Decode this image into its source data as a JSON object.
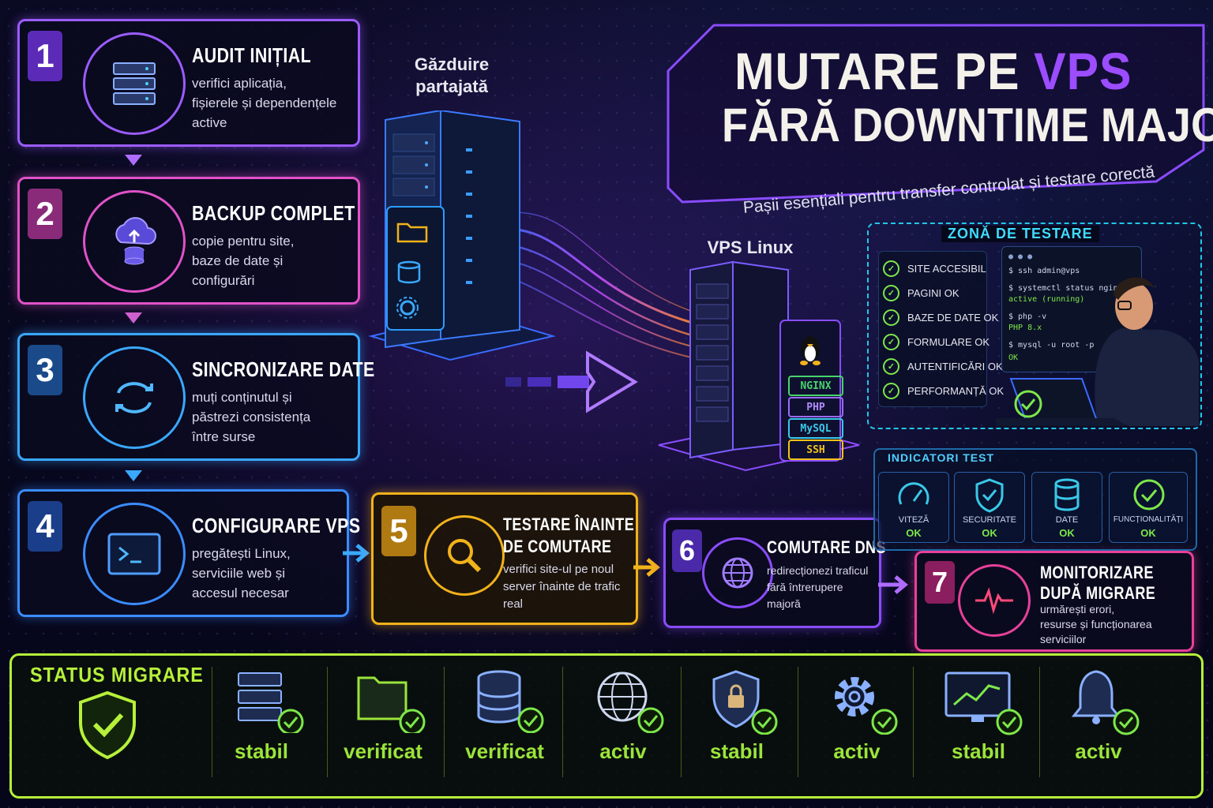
{
  "title": {
    "line1_prefix": "MUTARE PE ",
    "line1_accent": "VPS",
    "line2": "FĂRĂ DOWNTIME MAJOR",
    "subtitle": "Pașii esențiali pentru transfer controlat și testare corectă"
  },
  "steps": [
    {
      "num": "1",
      "title": "AUDIT INIȚIAL",
      "desc": [
        "verifici aplicația,",
        "fișierele și dependențele",
        "active"
      ],
      "icon": "server-icon",
      "color": "#9b5cff"
    },
    {
      "num": "2",
      "title": "BACKUP COMPLET",
      "desc": [
        "copie pentru site,",
        "baze de date și",
        "configurări"
      ],
      "icon": "cloud-upload-icon",
      "color": "#e052c8"
    },
    {
      "num": "3",
      "title": "SINCRONIZARE DATE",
      "desc": [
        "muți conținutul și",
        "păstrezi consistența",
        "între surse"
      ],
      "icon": "sync-icon",
      "color": "#3aa8ff"
    },
    {
      "num": "4",
      "title": "CONFIGURARE VPS",
      "desc": [
        "pregătești Linux,",
        "serviciile web și",
        "accesul necesar"
      ],
      "icon": "terminal-icon",
      "color": "#3a8cff"
    },
    {
      "num": "5",
      "title": "TESTARE ÎNAINTE DE COMUTARE",
      "title_lines": [
        "TESTARE ÎNAINTE",
        "DE COMUTARE"
      ],
      "desc": [
        "verifici site-ul pe noul",
        "server înainte de trafic",
        "real"
      ],
      "icon": "magnifier-icon",
      "color": "#f2b21a"
    },
    {
      "num": "6",
      "title": "COMUTARE DNS",
      "desc": [
        "redirecționezi traficul",
        "fără întrerupere",
        "majoră"
      ],
      "icon": "globe-icon",
      "color": "#8a4cff"
    },
    {
      "num": "7",
      "title": "MONITORIZARE DUPĂ MIGRARE",
      "title_lines": [
        "MONITORIZARE",
        "DUPĂ MIGRARE"
      ],
      "desc": [
        "urmărești erori,",
        "resurse și funcționarea",
        "serviciilor"
      ],
      "icon": "heartbeat-icon",
      "color": "#e8409a"
    }
  ],
  "shared_hosting": {
    "label_lines": [
      "Găzduire",
      "partajată"
    ]
  },
  "vps": {
    "label": "VPS Linux",
    "stack": [
      "NGINX",
      "PHP",
      "MySQL",
      "SSH"
    ],
    "stack_colors": [
      "#46d46a",
      "#9b6bff",
      "#3ac8e8",
      "#f2c21a"
    ]
  },
  "test_zone": {
    "label": "ZONĂ DE TESTARE",
    "checks": [
      "SITE ACCESIBIL",
      "PAGINI OK",
      "BAZE DE DATE OK",
      "FORMULARE OK",
      "AUTENTIFICĂRI OK",
      "PERFORMANȚĂ OK"
    ],
    "terminal": [
      {
        "text": "$ ssh admin@vps",
        "color": "#cfd8f0"
      },
      {
        "text": "$ systemctl status nginx",
        "color": "#cfd8f0"
      },
      {
        "text": "  active (running)",
        "color": "#7de84a"
      },
      {
        "text": "$ php -v",
        "color": "#cfd8f0"
      },
      {
        "text": "  PHP 8.x",
        "color": "#7de84a"
      },
      {
        "text": "$ mysql -u root -p",
        "color": "#cfd8f0"
      },
      {
        "text": "  OK",
        "color": "#7de84a"
      }
    ]
  },
  "indicators": {
    "label": "INDICATORI TEST",
    "items": [
      {
        "name": "VITEZĂ",
        "value": "OK",
        "icon": "speedometer-icon"
      },
      {
        "name": "SECURITATE",
        "value": "OK",
        "icon": "shield-check-icon"
      },
      {
        "name": "DATE",
        "value": "OK",
        "icon": "database-icon"
      },
      {
        "name": "FUNCȚIONALITĂȚI",
        "value": "OK",
        "icon": "check-circle-icon"
      }
    ]
  },
  "status": {
    "label": "STATUS MIGRARE",
    "items": [
      {
        "label": "stabil",
        "icon": "server-icon"
      },
      {
        "label": "verificat",
        "icon": "folder-icon"
      },
      {
        "label": "verificat",
        "icon": "database-icon"
      },
      {
        "label": "activ",
        "icon": "globe-icon"
      },
      {
        "label": "stabil",
        "icon": "lock-shield-icon"
      },
      {
        "label": "activ",
        "icon": "gear-icon"
      },
      {
        "label": "stabil",
        "icon": "monitor-chart-icon"
      },
      {
        "label": "activ",
        "icon": "bell-icon"
      }
    ]
  },
  "colors": {
    "accent": "#9b4dff",
    "status": "#b6f03a",
    "ok": "#7de84a",
    "cyan": "#22c7e8"
  }
}
